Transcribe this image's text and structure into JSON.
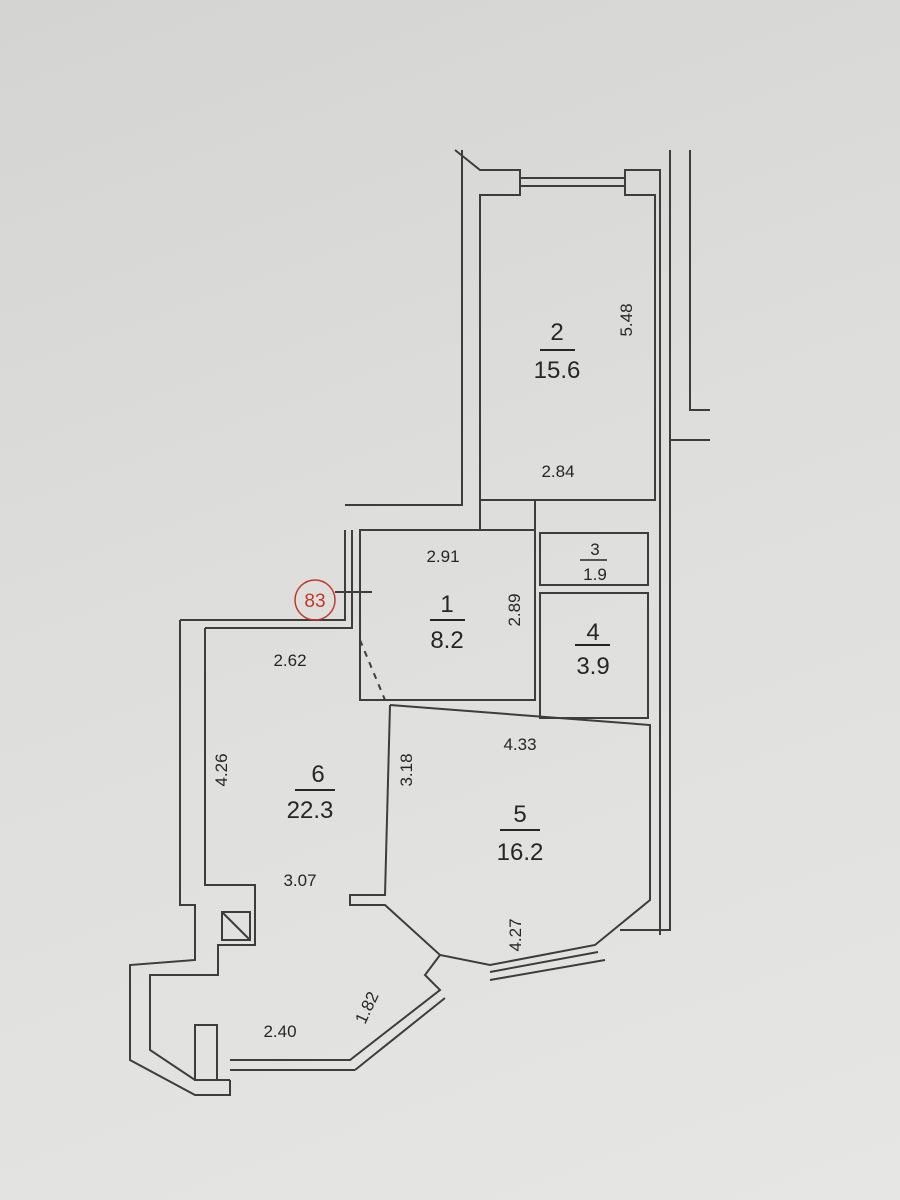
{
  "plan": {
    "marker": {
      "label": "83",
      "color": "#c0392b"
    },
    "rooms": [
      {
        "number": "1",
        "area": "8.2",
        "dims": [
          "2.91",
          "2.89"
        ]
      },
      {
        "number": "2",
        "area": "15.6",
        "dims": [
          "5.48",
          "2.84"
        ]
      },
      {
        "number": "3",
        "area": "1.9",
        "dims": []
      },
      {
        "number": "4",
        "area": "3.9",
        "dims": []
      },
      {
        "number": "5",
        "area": "16.2",
        "dims": [
          "4.33",
          "3.18",
          "4.27"
        ]
      },
      {
        "number": "6",
        "area": "22.3",
        "dims": [
          "2.62",
          "4.26",
          "3.07",
          "2.40",
          "1.82"
        ]
      }
    ]
  }
}
